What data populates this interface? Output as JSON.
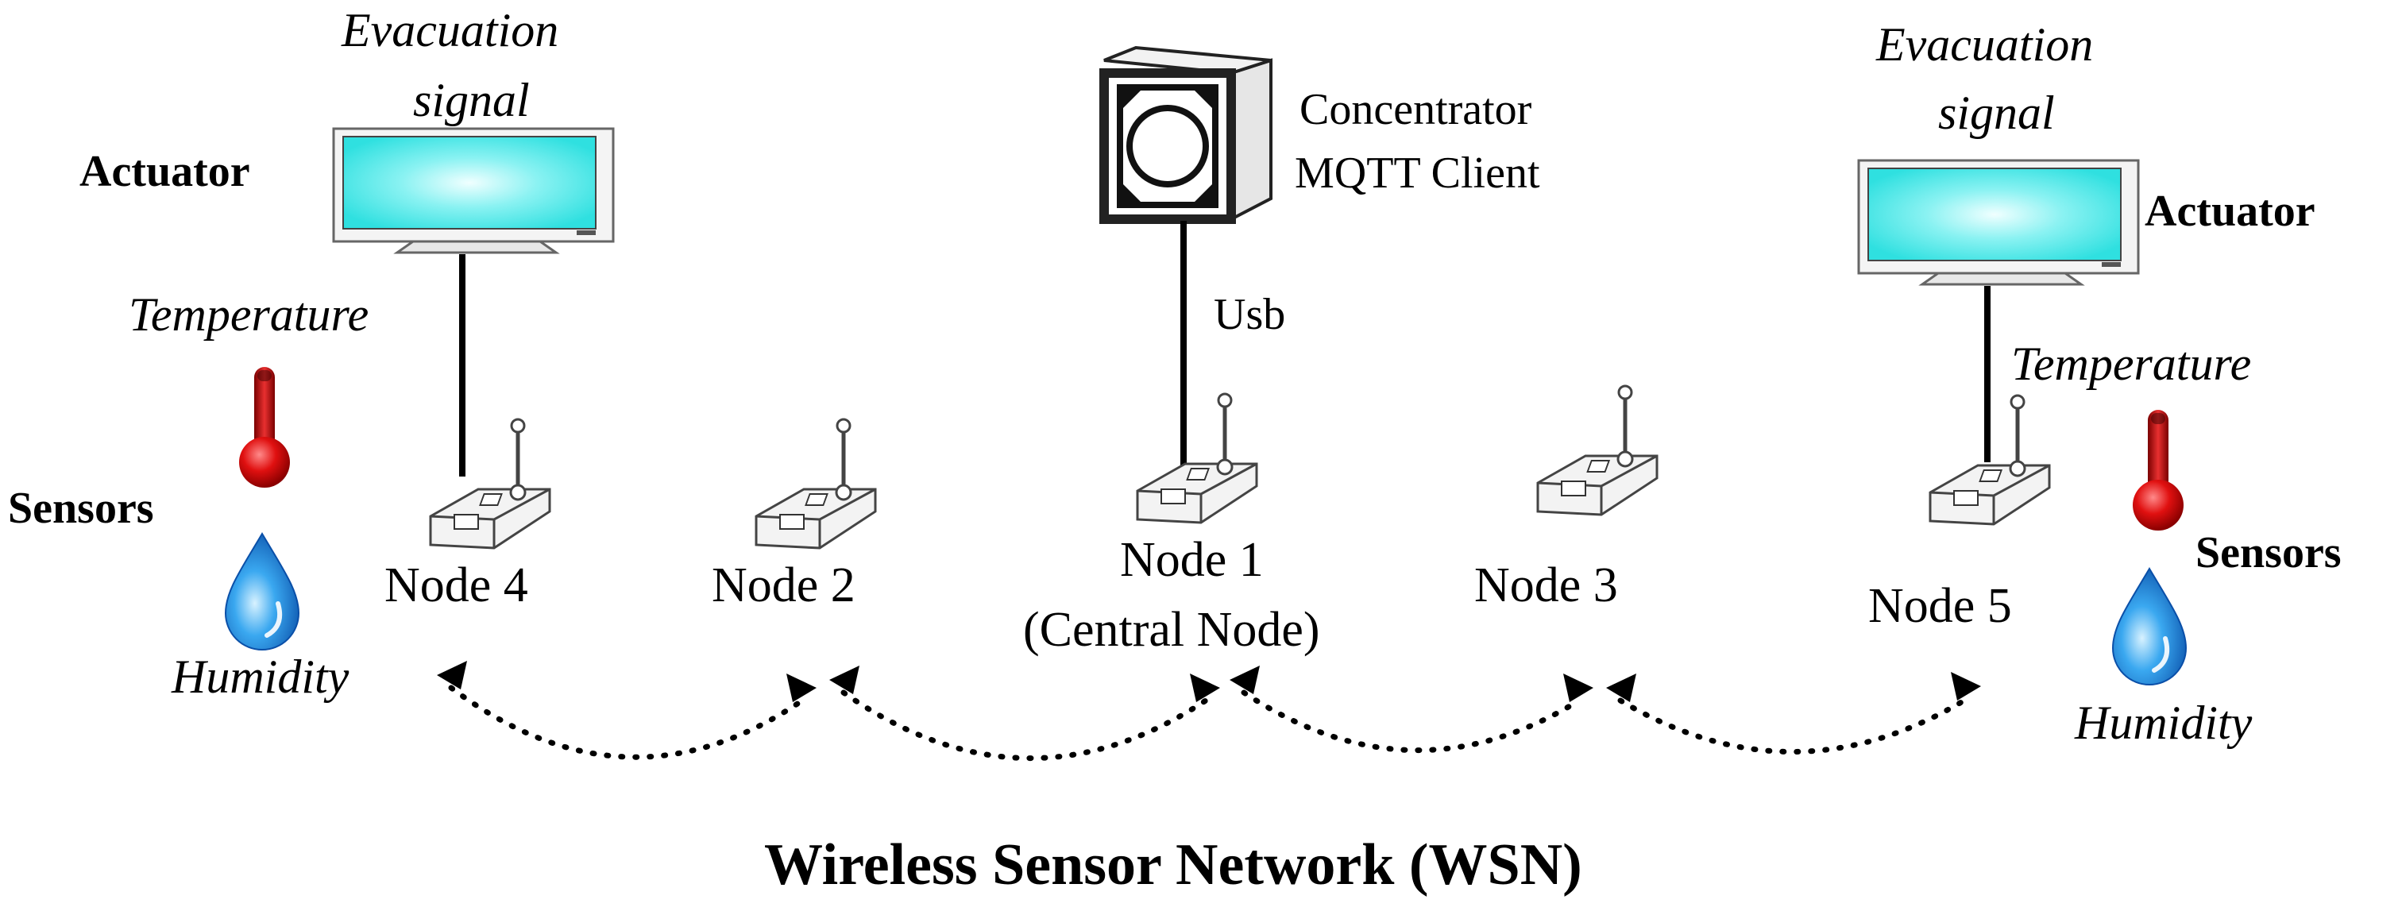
{
  "left": {
    "evacuation_line1": "Evacuation",
    "evacuation_line2": "signal",
    "actuator": "Actuator",
    "temperature": "Temperature",
    "sensors": "Sensors",
    "humidity": "Humidity"
  },
  "right": {
    "evacuation_line1": "Evacuation",
    "evacuation_line2": "signal",
    "actuator": "Actuator",
    "temperature": "Temperature",
    "sensors": "Sensors",
    "humidity": "Humidity"
  },
  "concentrator": {
    "line1": "Concentrator",
    "line2": "MQTT Client",
    "link": "Usb"
  },
  "nodes": {
    "node4": "Node 4",
    "node2": "Node 2",
    "node1_line1": "Node 1",
    "node1_line2": "(Central Node)",
    "node3": "Node 3",
    "node5": "Node 5"
  },
  "title": "Wireless Sensor Network (WSN)",
  "colors": {
    "screen": "#36e6e6",
    "screen_glow": "#e8ffff",
    "thermometer": "#d81515",
    "drop": "#1a7fd6",
    "link": "#000000"
  }
}
